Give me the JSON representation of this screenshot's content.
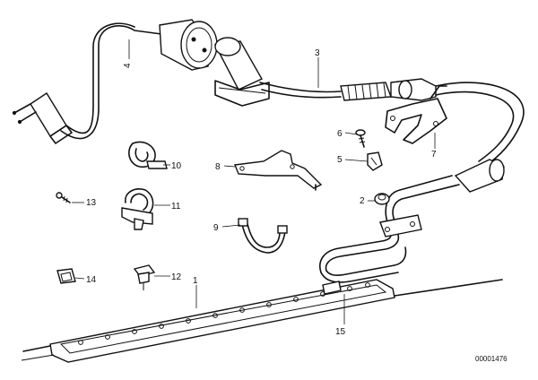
{
  "callouts": {
    "p1": "1",
    "p2": "2",
    "p3": "3",
    "p4": "4",
    "p5": "5",
    "p6": "6",
    "p7": "7",
    "p8": "8",
    "p9": "9",
    "p10": "10",
    "p11": "11",
    "p12": "12",
    "p13": "13",
    "p14": "14",
    "p15": "15"
  },
  "image_code": "00001476"
}
